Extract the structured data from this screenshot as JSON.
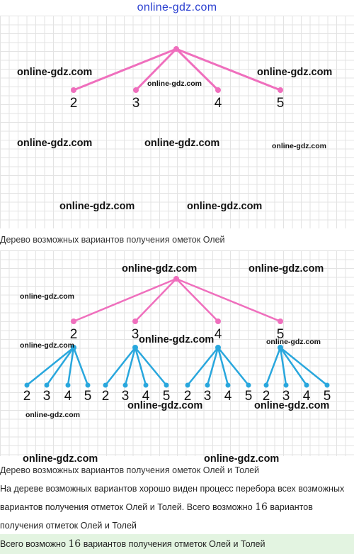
{
  "site_title": "online-gdz.com",
  "watermark": "online-gdz.com",
  "tree1": {
    "root_color": "#ef6fbd",
    "children": [
      "2",
      "3",
      "4",
      "5"
    ]
  },
  "caption1": "Дерево возможных вариантов получения ометок Олей",
  "tree2": {
    "level1_color": "#ef6fbd",
    "level2_color": "#29a7dd",
    "children": [
      "2",
      "3",
      "4",
      "5"
    ],
    "leaves": [
      "2",
      "3",
      "4",
      "5"
    ]
  },
  "caption2": "Дерево возможных вариантов получения ометок Олей и Толей",
  "paragraph": {
    "part1": "На дереве возможных вариантов хорошо виден процесс перебора всех возможных вариантов получения отметок Олей и Толей. Всего возможно ",
    "count": "16",
    "part2": " вариантов получения отметок Олей и Толей"
  },
  "answer": {
    "part1": "Всего возможно ",
    "count": "16",
    "part2": " вариантов получения отметок Олей и Толей",
    "bg_color": "#e3f4e1"
  }
}
